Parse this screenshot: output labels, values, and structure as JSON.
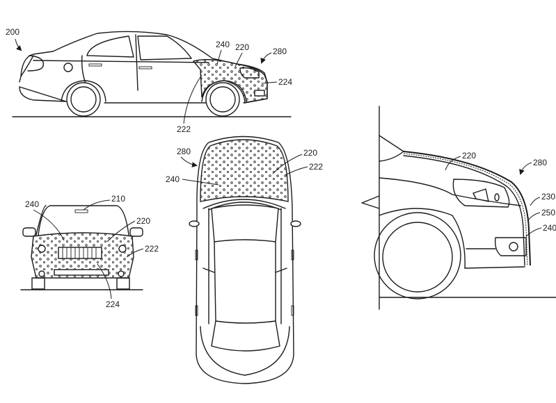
{
  "figure": {
    "side_view": {
      "labels": {
        "vehicle": "200",
        "coating_layer": "240",
        "hood": "220",
        "assembly": "280",
        "bumper": "224",
        "fender": "222"
      }
    },
    "front_view": {
      "labels": {
        "coating_layer": "240",
        "mirror": "210",
        "hood": "220",
        "fender": "222",
        "bumper": "224"
      }
    },
    "top_view": {
      "labels": {
        "fender_top": "222",
        "assembly": "280",
        "coating_layer": "240",
        "hood": "220",
        "fender": "222"
      }
    },
    "detail_view": {
      "labels": {
        "hood": "220",
        "assembly": "280",
        "outer_layer": "230",
        "middle_layer": "250",
        "inner_layer": "240"
      }
    }
  }
}
